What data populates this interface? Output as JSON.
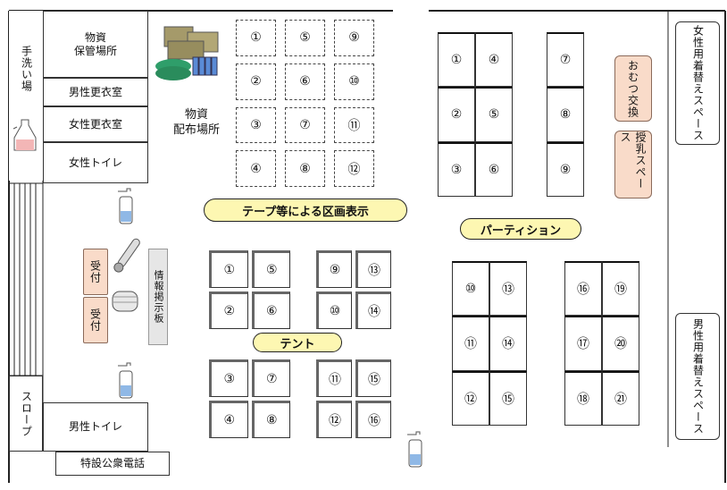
{
  "left_rooms": {
    "handwash": "手洗い場",
    "storage": "物資\n保管場所",
    "men_changing": "男性更衣室",
    "women_changing": "女性更衣室",
    "women_toilet": "女性トイレ",
    "slope": "スロープ",
    "men_toilet": "男性トイレ",
    "phone": "特設公衆電話"
  },
  "reception": [
    "受付",
    "受付"
  ],
  "info_board": "情報掲示板",
  "distribution": "物資\n配布場所",
  "labels": {
    "tape": "テープ等による区画表示",
    "tent": "テント",
    "partition": "パーティション"
  },
  "right_rooms": {
    "women_changing": "女性用着替えスペース",
    "diaper": "おむつ交換",
    "nursing": "授乳スペース",
    "men_changing": "男性用着替えスペース"
  },
  "tape_grid": [
    "①",
    "⑤",
    "⑨",
    "②",
    "⑥",
    "⑩",
    "③",
    "⑦",
    "⑪",
    "④",
    "⑧",
    "⑫"
  ],
  "tent_left": [
    "①",
    "⑤",
    "②",
    "⑥",
    "③",
    "⑦",
    "④",
    "⑧"
  ],
  "tent_right": [
    "⑨",
    "⑬",
    "⑩",
    "⑭",
    "⑪",
    "⑮",
    "⑫",
    "⑯"
  ],
  "partition_top_left": [
    "①",
    "④",
    "②",
    "⑤",
    "③",
    "⑥"
  ],
  "partition_top_right": [
    "⑦",
    "⑧",
    "⑨"
  ],
  "partition_bottom_left": [
    "⑩",
    "⑬",
    "⑪",
    "⑭",
    "⑫",
    "⑮"
  ],
  "partition_bottom_right": [
    "⑯",
    "⑲",
    "⑰",
    "⑳",
    "⑱",
    "㉑"
  ]
}
